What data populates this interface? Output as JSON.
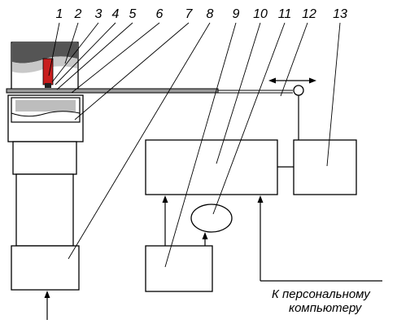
{
  "diagram": {
    "callout_numbers": [
      "1",
      "2",
      "3",
      "4",
      "5",
      "6",
      "7",
      "8",
      "9",
      "10",
      "11",
      "12",
      "13"
    ],
    "caption": {
      "line1": "К персональному",
      "line2": "компьютеру"
    },
    "colors": {
      "line": "#000000",
      "sample_red": "#c81e1e",
      "drum_dark": "#555555",
      "drum_gray": "#bdbdbd",
      "background": "#ffffff"
    }
  }
}
